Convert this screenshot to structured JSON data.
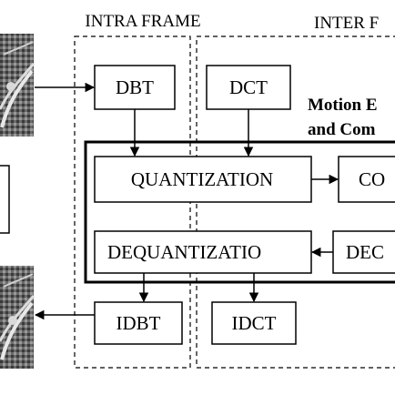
{
  "regions": {
    "intra": {
      "label": "INTRA FRAME"
    },
    "inter": {
      "label": "INTER F"
    }
  },
  "blocks": {
    "dbt": {
      "label": "DBT"
    },
    "dct": {
      "label": "DCT"
    },
    "quantization": {
      "label": "QUANTIZATION"
    },
    "coder": {
      "label": "CO"
    },
    "dequantization": {
      "label": "DEQUANTIZATIO"
    },
    "decoder": {
      "label": "DEC"
    },
    "idbt": {
      "label": "IDBT"
    },
    "idct": {
      "label": "IDCT"
    }
  },
  "annotation": {
    "line1": "Motion E",
    "line2": "and Com"
  },
  "colors": {
    "stroke": "#000000",
    "background": "#ffffff"
  }
}
